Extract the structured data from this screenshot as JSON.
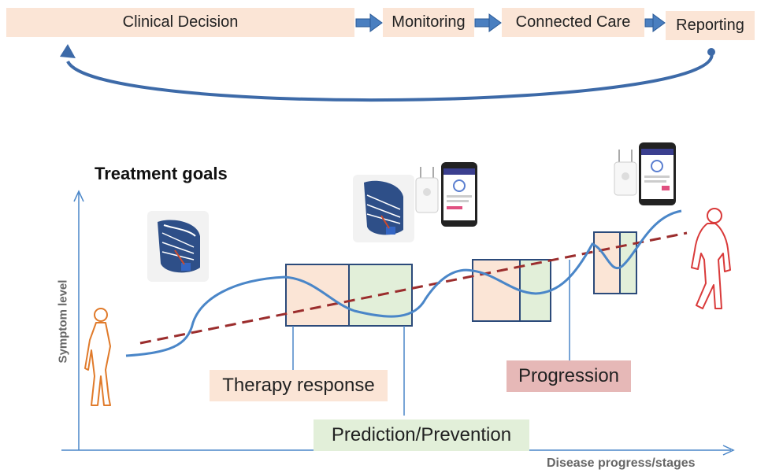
{
  "workflow": {
    "steps": [
      "Clinical Decision",
      "Monitoring",
      "Connected Care",
      "Reporting"
    ]
  },
  "diagram": {
    "heading": "Treatment goals",
    "y_axis_label": "Symptom level",
    "x_axis_label": "Disease progress/stages",
    "labels": {
      "therapy_response": "Therapy response",
      "prediction_prevention": "Prediction/Prevention",
      "progression": "Progression"
    }
  },
  "colors": {
    "peach": "#fbe5d6",
    "green": "#e2efd9",
    "rose": "#e6b8b7",
    "curve": "#4a86c8",
    "trend": "#9b2d2d",
    "box_border": "#2b4a7a",
    "arrow": "#3d6aa8"
  },
  "icons": [
    "shoe-sensor-icon",
    "smartphone-app-icon",
    "sensor-hub-icon",
    "healthy-person-icon",
    "impaired-person-icon"
  ]
}
